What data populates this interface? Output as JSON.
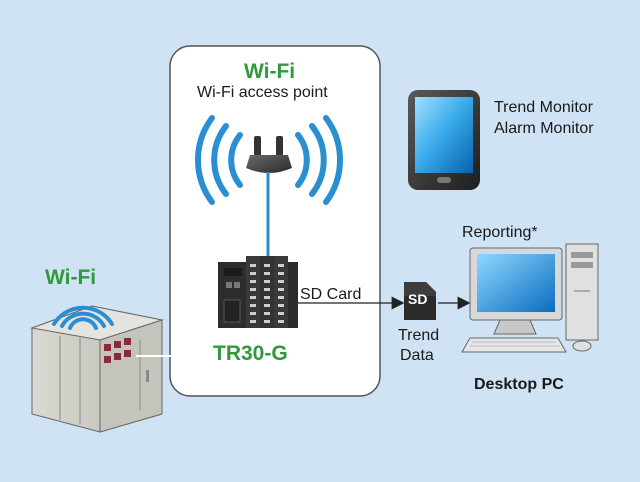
{
  "panel": {
    "title": "Wi-Fi",
    "subtitle": "Wi-Fi access point",
    "device_label": "TR30-G"
  },
  "factory": {
    "wifi_label": "Wi-Fi"
  },
  "tablet": {
    "line1": "Trend Monitor",
    "line2": "Alarm Monitor"
  },
  "sd": {
    "card_label": "SD Card",
    "icon_text": "SD",
    "data_line1": "Trend",
    "data_line2": "Data"
  },
  "pc": {
    "reporting": "Reporting*",
    "name": "Desktop PC"
  },
  "colors": {
    "background": "#cfe3f4",
    "accent_green": "#2e9a3c",
    "wifi_blue": "#2a8fd0",
    "cable_blue": "#2a8fd0"
  }
}
